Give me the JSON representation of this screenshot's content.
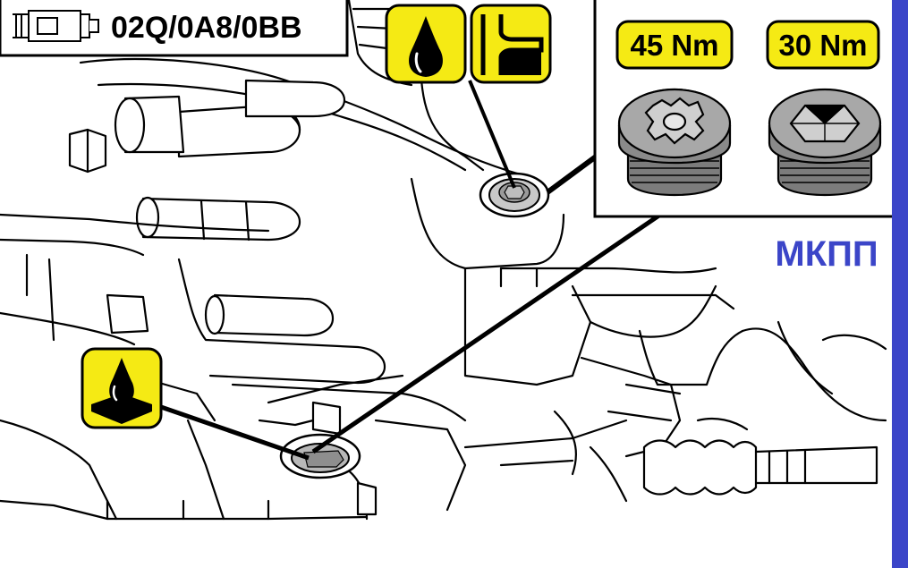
{
  "header": {
    "model_codes": "02Q/0A8/0BB",
    "gearbox_icon": "gearbox-icon"
  },
  "inset": {
    "plugs": [
      {
        "torque": "45 Nm",
        "icon": "torx-plug-icon"
      },
      {
        "torque": "30 Nm",
        "icon": "hex-plug-icon"
      }
    ]
  },
  "symbols": {
    "fill_icon": "oil-drop-icon",
    "level_icon": "oil-level-icon",
    "drain_icon": "oil-drain-icon"
  },
  "side_label": "МКПП",
  "colors": {
    "symbol_fill": "#f5ea14",
    "side_bar": "#3b45c8",
    "label_text": "#3b45c8"
  }
}
